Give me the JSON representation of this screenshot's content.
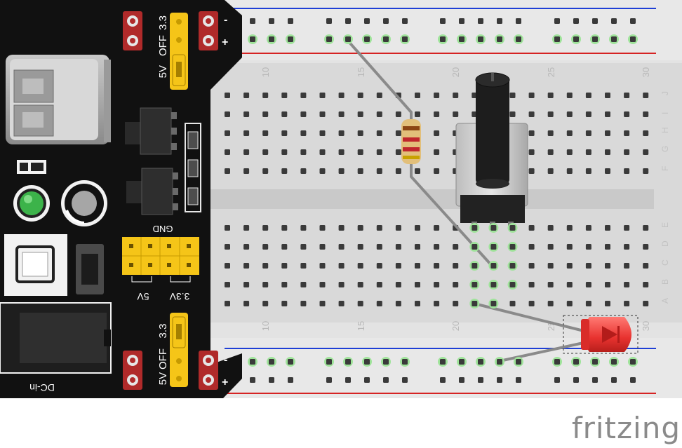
{
  "breadboard": {
    "column_numbers": [
      "10",
      "15",
      "20",
      "25",
      "30"
    ],
    "row_letters_top": [
      "J",
      "I",
      "H",
      "G",
      "F"
    ],
    "row_letters_bottom": [
      "E",
      "D",
      "C",
      "B",
      "A"
    ],
    "rail_signs": [
      "-",
      "+"
    ]
  },
  "power_module": {
    "jumper_labels": [
      "3.3",
      "OFF",
      "5V"
    ],
    "gnd_label": "GND",
    "header_labels": [
      "5V",
      "3.3V"
    ],
    "dc_in_label": "DC-in",
    "colors": {
      "pcb": "#111111",
      "jumper": "#f5c518",
      "led": "#3cb34a"
    }
  },
  "components": {
    "resistor": {
      "colors": [
        "#8b4513",
        "#c0272d",
        "#c0272d",
        "#c8a200"
      ]
    },
    "led": {
      "color": "#e8322f"
    },
    "wire_color": "#8a8a8a"
  },
  "brand": "fritzing"
}
